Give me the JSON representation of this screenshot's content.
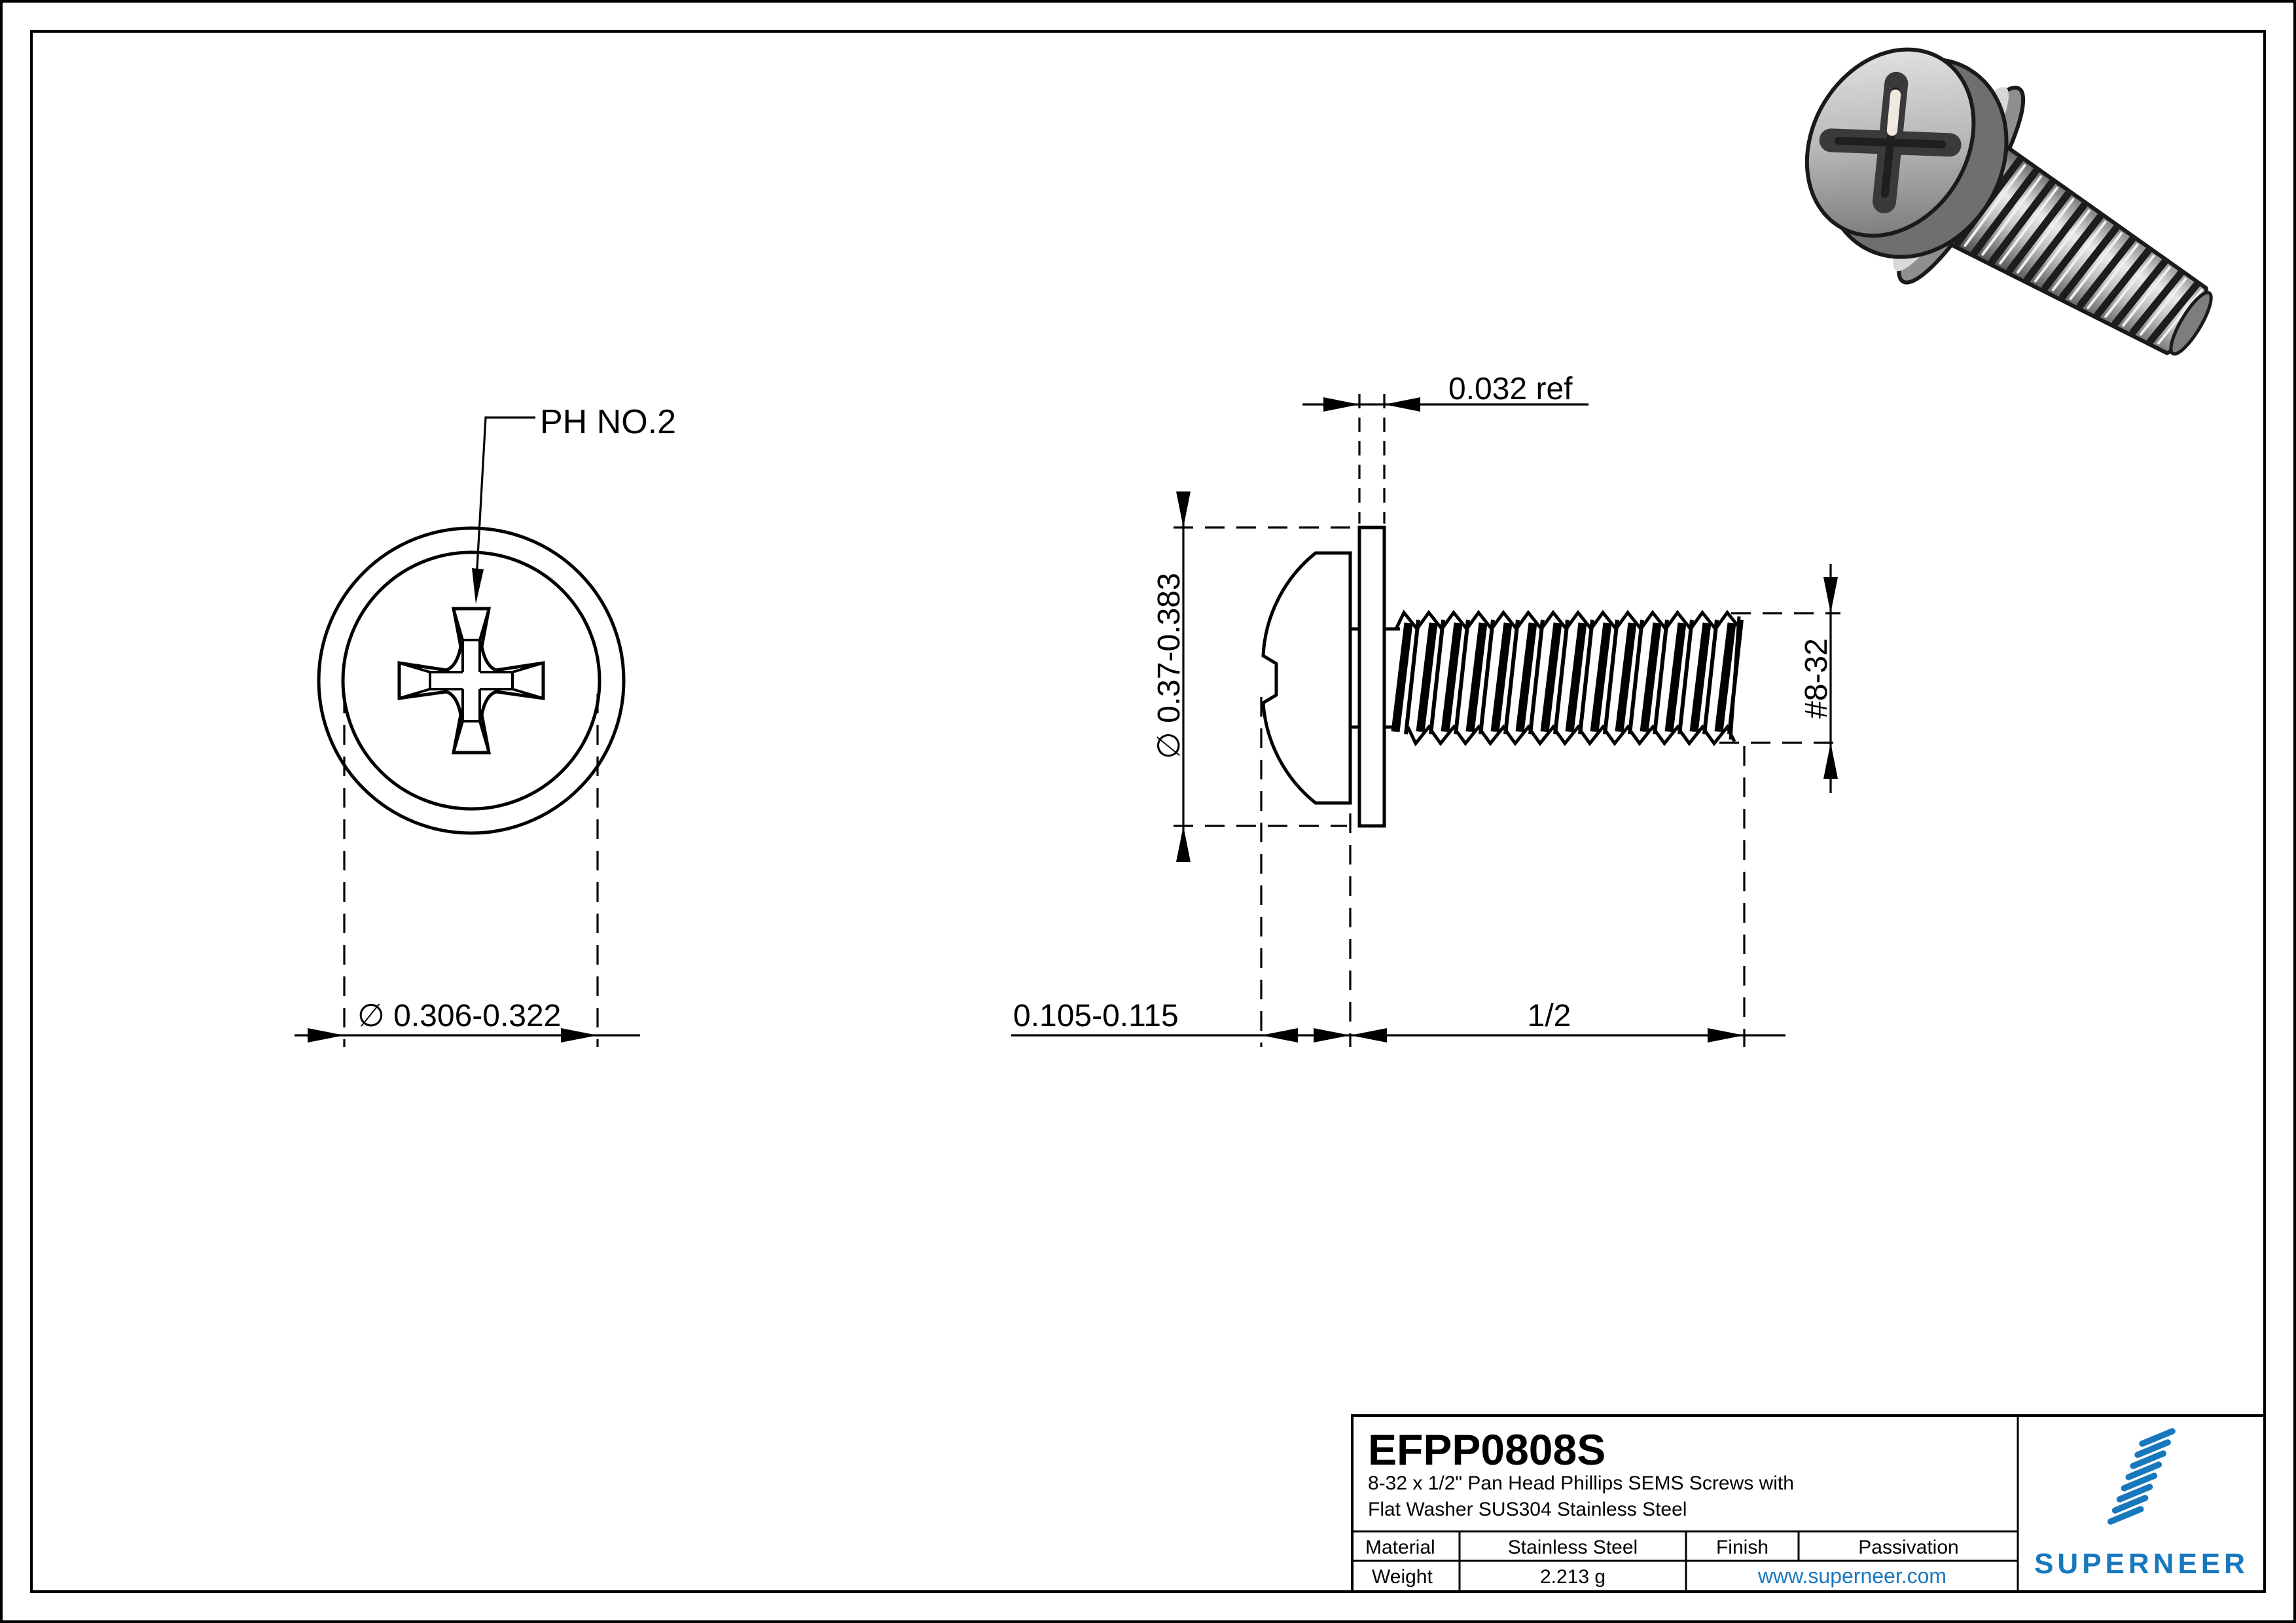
{
  "drawing": {
    "front_view": {
      "recess_label": "PH NO.2",
      "head_diameter": "∅ 0.306-0.322"
    },
    "side_view": {
      "washer_thickness": "0.032 ref",
      "washer_diameter": "∅ 0.37-0.383",
      "thread_size": "#8-32",
      "head_height": "0.105-0.115",
      "thread_length": "1/2"
    }
  },
  "title_block": {
    "part_number": "EFPP0808S",
    "description_line1": "8-32 x 1/2\" Pan Head Phillips SEMS Screws with",
    "description_line2": "Flat Washer SUS304 Stainless Steel",
    "material_label": "Material",
    "material_value": "Stainless Steel",
    "finish_label": "Finish",
    "finish_value": "Passivation",
    "weight_label": "Weight",
    "weight_value": "2.213 g",
    "website": "www.superneer.com",
    "brand": "SUPERNEER"
  },
  "colors": {
    "brand_blue": "#1878be",
    "line_color": "#000000",
    "background": "#ffffff"
  }
}
